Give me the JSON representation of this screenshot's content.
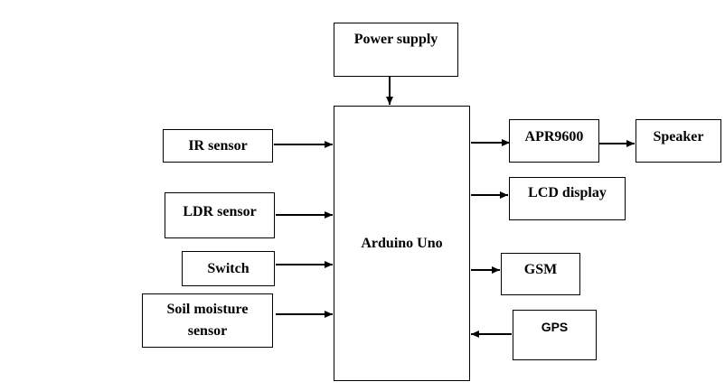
{
  "blocks": {
    "power_supply": "Power supply",
    "arduino": "Arduino Uno",
    "ir_sensor": "IR sensor",
    "ldr_sensor": "LDR sensor",
    "switch": "Switch",
    "soil_line1": "Soil moisture",
    "soil_line2": "sensor",
    "apr9600": "APR9600",
    "speaker": "Speaker",
    "lcd_display": "LCD display",
    "gsm": "GSM",
    "gps": "GPS"
  }
}
